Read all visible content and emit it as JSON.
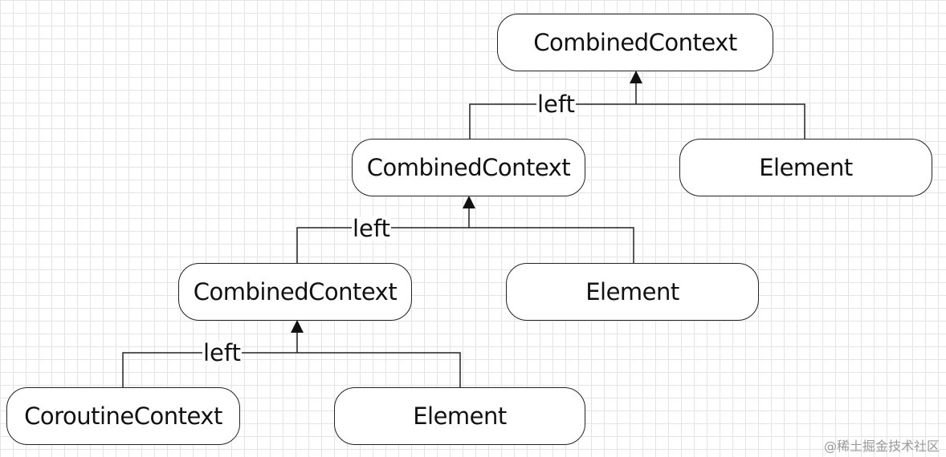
{
  "nodes": {
    "combined_1": {
      "label": "CombinedContext"
    },
    "combined_2": {
      "label": "CombinedContext"
    },
    "element_2": {
      "label": "Element"
    },
    "combined_3": {
      "label": "CombinedContext"
    },
    "element_3": {
      "label": "Element"
    },
    "coroutine": {
      "label": "CoroutineContext"
    },
    "element_4": {
      "label": "Element"
    }
  },
  "edge_labels": {
    "level_1": "left",
    "level_2": "left",
    "level_3": "left"
  },
  "watermark": "@稀土掘金技术社区",
  "colors": {
    "line": "#222222",
    "grid": "#e4e4e4",
    "background": "#ffffff"
  }
}
